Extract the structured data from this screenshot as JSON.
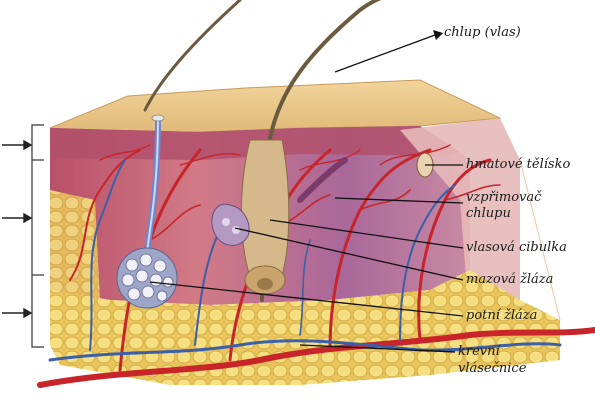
{
  "labels": {
    "hair": "chlup (vlas)",
    "touch_corpuscle": "hmatové tělísko",
    "erector_muscle_line1": "vzpřimovač",
    "erector_muscle_line2": "chlupu",
    "hair_bulb": "vlasová cibulka",
    "sebaceous_gland": "mazová žláza",
    "sweat_gland": "potní žláza",
    "capillaries_line1": "krevní",
    "capillaries_line2": "vlásečnice"
  },
  "colors": {
    "epidermis": "#e8c58a",
    "dermis": "#d98a86",
    "dermis_purple": "#a0587a",
    "hypodermis": "#f0d070",
    "fat_cells": "#f5dd78",
    "vessel_red": "#c8242a",
    "vessel_blue": "#3b5fa8",
    "hair": "#6b5a3e"
  },
  "icons": {
    "layer_arrow": "arrow-right-icon"
  }
}
